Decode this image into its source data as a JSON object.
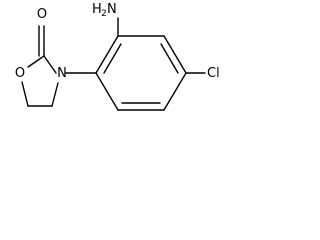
{
  "molecule": {
    "atoms": {
      "carbonyl_oxygen": "O",
      "ring_oxygen": "O",
      "ring_nitrogen": "N",
      "amine_h": "H",
      "amine_h_count": "2",
      "amine_n": "N",
      "chlorine": "Cl"
    }
  }
}
